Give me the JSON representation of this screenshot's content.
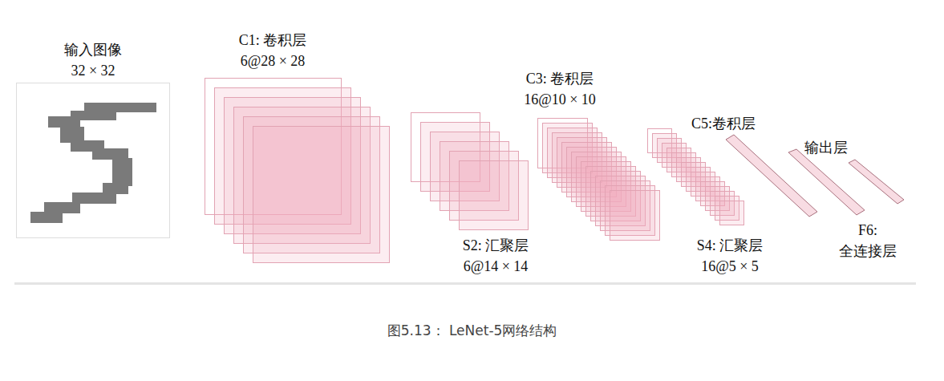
{
  "diagram": {
    "caption": "图5.13： LeNet-5网络结构",
    "nodes": [
      {
        "text": [
          "输入图像 32 × 32"
        ]
      },
      {
        "text": [
          "C1: 卷积层 6@28 × 28"
        ]
      },
      {
        "text": [
          "S2: 汇聚层 6@14 × 14"
        ]
      },
      {
        "text": [
          "C3: 卷积层 16@10 × 10"
        ]
      },
      {
        "text": [
          "S4: 汇聚层 16@5 × 5"
        ]
      },
      {
        "text": [
          "C5:卷积层"
        ]
      },
      {
        "text": [
          "F6: 全连接层"
        ]
      },
      {
        "text": [
          "输出层"
        ]
      }
    ]
  }
}
